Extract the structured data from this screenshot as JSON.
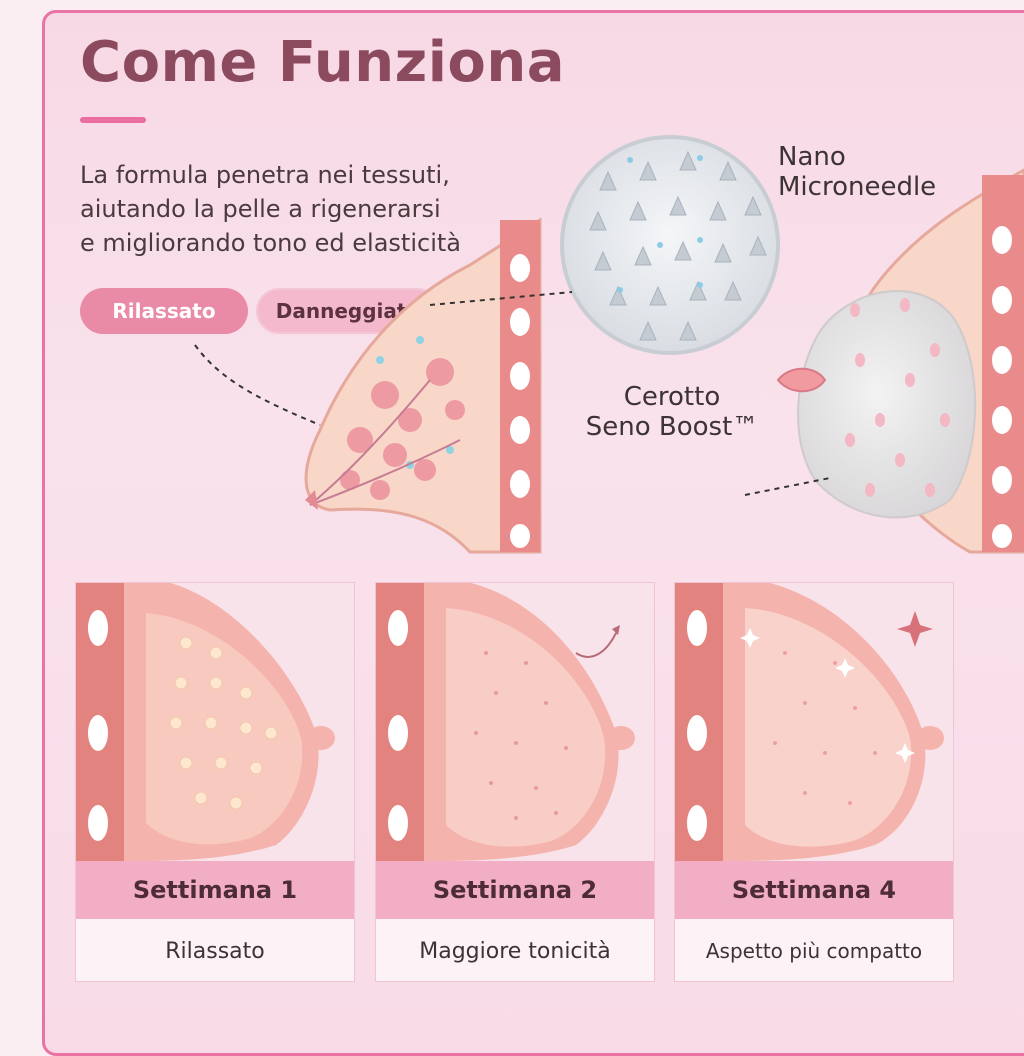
{
  "header": {
    "title": "Come Funziona",
    "description_lines": [
      "La formula penetra nei tessuti,",
      "aiutando la pelle a rigenerarsi",
      "e migliorando tono ed elasticità"
    ]
  },
  "tags": {
    "relaxed": "Rilassato",
    "damaged": "Danneggiato"
  },
  "callouts": {
    "nano_line1": "Nano",
    "nano_line2": "Microneedle",
    "patch_line1": "Cerotto",
    "patch_line2": "Seno Boost™"
  },
  "stages": [
    {
      "week": "Settimana 1",
      "caption": "Rilassato"
    },
    {
      "week": "Settimana 2",
      "caption": "Maggiore tonicità"
    },
    {
      "week": "Settimana 4",
      "caption": "Aspetto più compatto"
    }
  ],
  "colors": {
    "accent": "#ea6ea0",
    "title": "#8c4a5e",
    "band": "#f2aec4"
  }
}
